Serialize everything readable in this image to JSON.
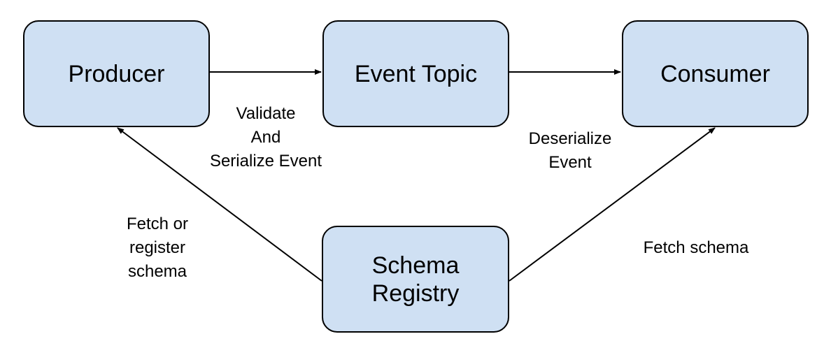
{
  "nodes": {
    "producer": "Producer",
    "topic": "Event Topic",
    "consumer": "Consumer",
    "registry": "Schema\nRegistry"
  },
  "edge_labels": {
    "validate": "Validate\nAnd\nSerialize Event",
    "deserialize": "Deserialize\nEvent",
    "fetch_or_register": "Fetch or\nregister\nschema",
    "fetch_schema": "Fetch schema"
  },
  "colors": {
    "node_fill": "#cfe0f3",
    "stroke": "#000000"
  }
}
